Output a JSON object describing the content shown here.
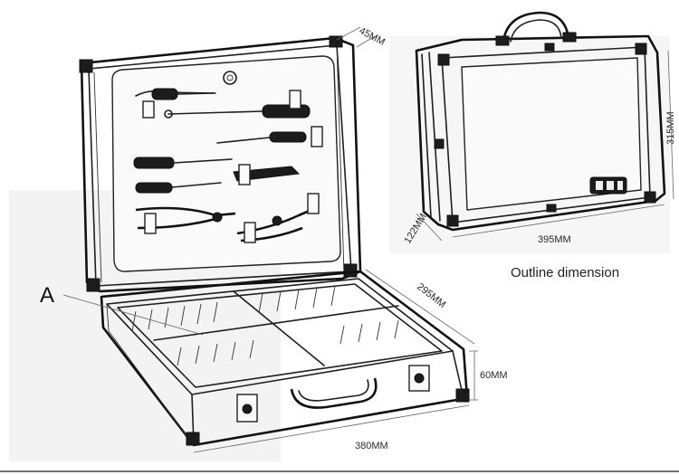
{
  "dimensions": {
    "lid_depth": "45MM",
    "width_side": "295MM",
    "height_base": "60MM",
    "length_base": "380MM",
    "closed_height": "315MM",
    "closed_depth": "122MM",
    "closed_length": "395MM"
  },
  "captions": {
    "outline": "Outline dimension",
    "callout_a": "A"
  },
  "colors": {
    "ink": "#1e1e1e",
    "background": "#ffffff"
  }
}
